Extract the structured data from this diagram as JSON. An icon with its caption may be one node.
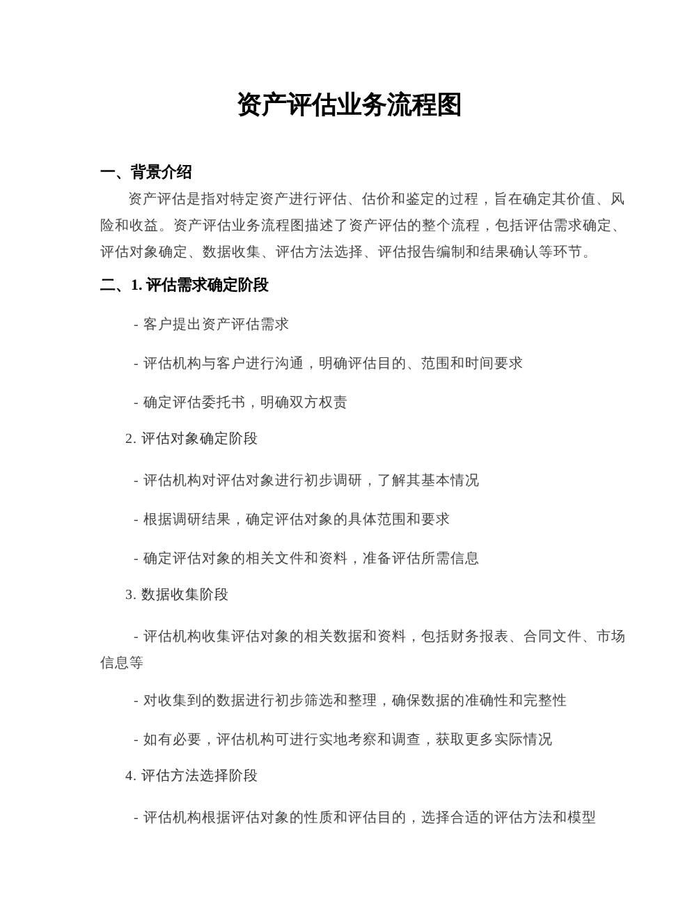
{
  "diagram": {
    "title": "资产评估业务流程图",
    "labels": [
      "一、背景介绍",
      "资产评估是指对特定资产进行评估、估价和鉴定的过程，旨在确定其价值、风险和收益。资产评估业务流程图描述了资产评估的整个流程，包括评估需求确定、评估对象确定、数据收集、评估方法选择、评估报告编制和结果确认等环节。",
      "二、1. 评估需求确定阶段",
      "- 客户提出资产评估需求",
      "- 评估机构与客户进行沟通，明确评估目的、范围和时间要求",
      "- 确定评估委托书，明确双方权责",
      "2. 评估对象确定阶段",
      "- 评估机构对评估对象进行初步调研，了解其基本情况",
      "- 根据调研结果，确定评估对象的具体范围和要求",
      "- 确定评估对象的相关文件和资料，准备评估所需信息",
      "3. 数据收集阶段",
      "- 评估机构收集评估对象的相关数据和资料，包括财务报表、合同文件、市场信息等",
      "- 对收集到的数据进行初步筛选和整理，确保数据的准确性和完整性",
      "- 如有必要，评估机构可进行实地考察和调查，获取更多实际情况",
      "4. 评估方法选择阶段",
      "- 评估机构根据评估对象的性质和评估目的，选择合适的评估方法和模型"
    ]
  }
}
